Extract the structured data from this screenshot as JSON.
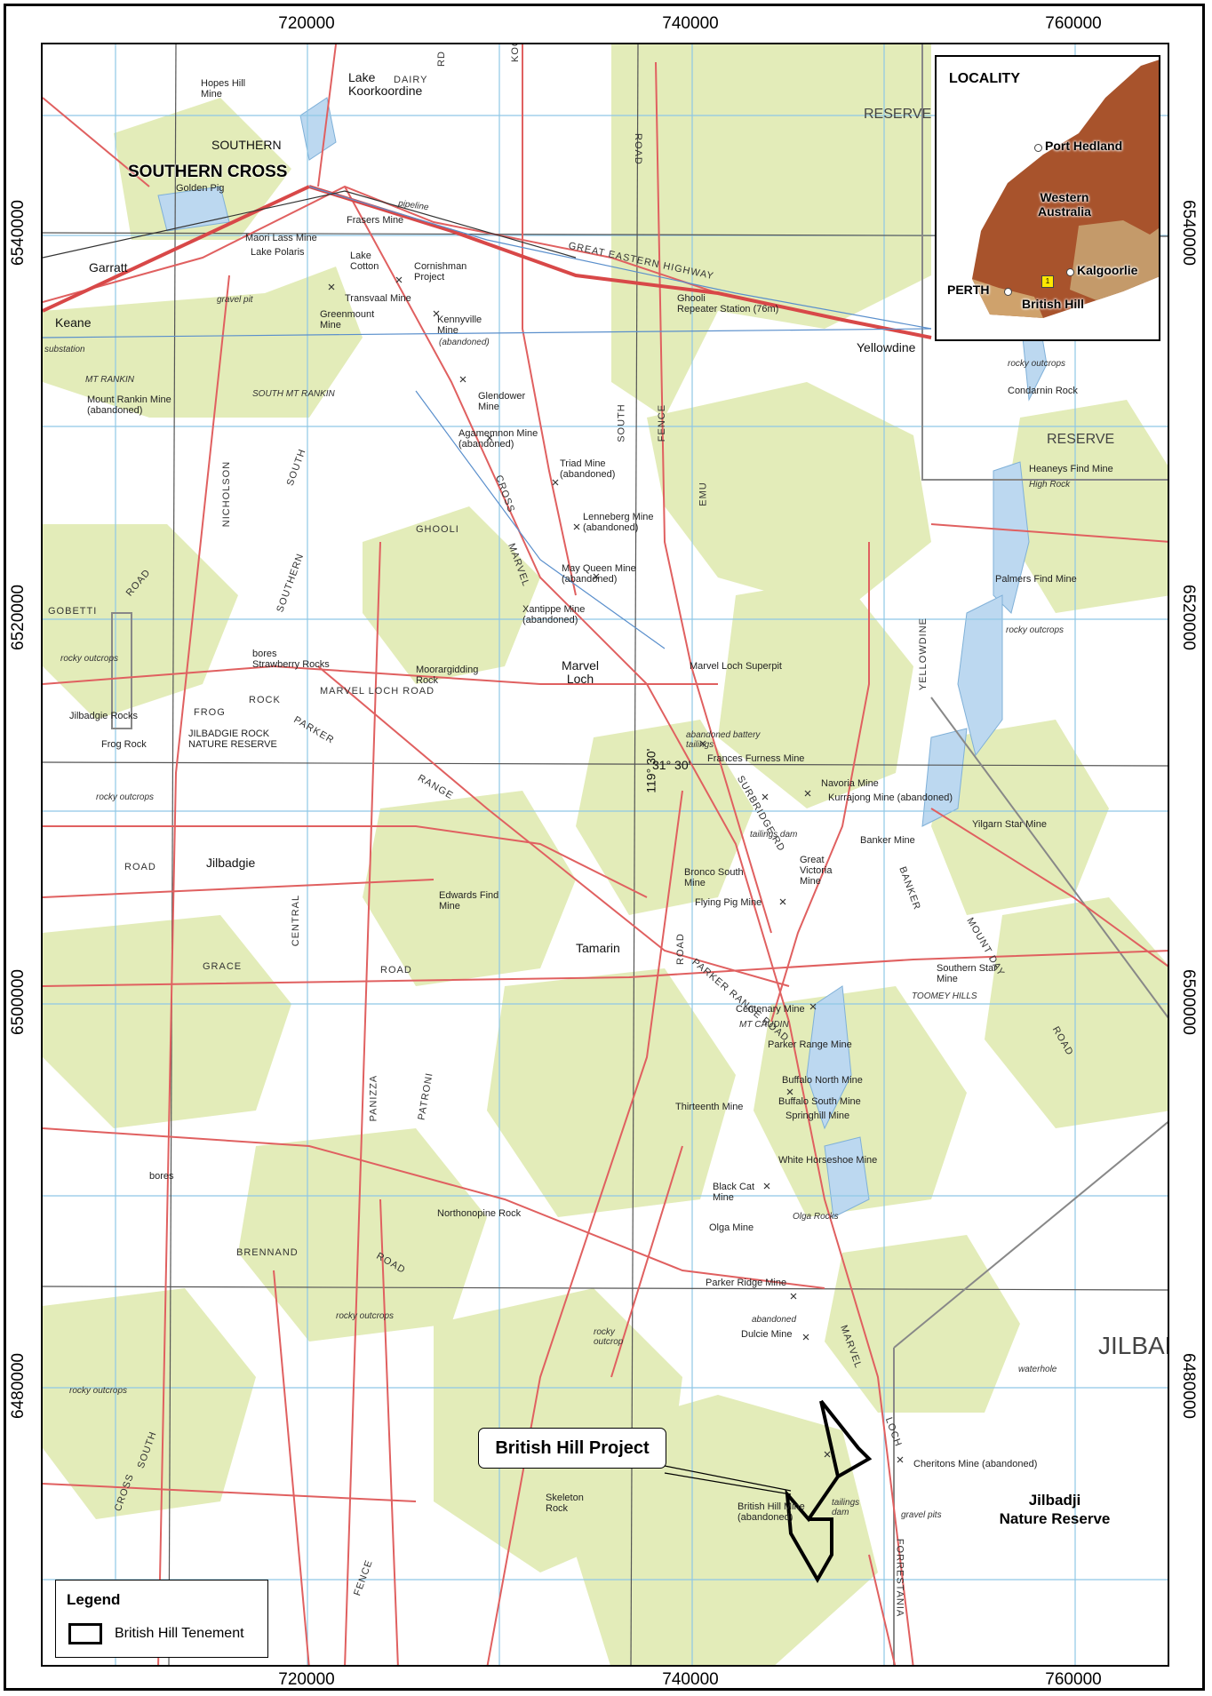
{
  "grid_ticks": {
    "eastings": [
      "720000",
      "740000",
      "760000"
    ],
    "northings": [
      "6540000",
      "6520000",
      "6500000",
      "6480000"
    ]
  },
  "colors": {
    "map_background": "#ffffff",
    "vegetation": "#e3ecb9",
    "roads": "#e06060",
    "water": "#bcd8f0",
    "grid_lines": "#8fc7e6",
    "tenement_outline": "#000000"
  },
  "locality_inset": {
    "title": "LOCALITY",
    "labels": {
      "port_hedland": "Port Hedland",
      "western_australia": "Western\nAustralia",
      "kalgoorlie": "Kalgoorlie",
      "perth": "PERTH",
      "british_hill": "British Hill",
      "marker": "1"
    }
  },
  "callout_label": "British Hill Project",
  "nature_reserve_label": "Jilbadji\nNature Reserve",
  "legend": {
    "title": "Legend",
    "item_label": "British Hill Tenement"
  },
  "map_labels": {
    "southern_cross": "SOUTHERN CROSS",
    "golden_pig": "Golden Pig",
    "southern_cross_small": "SOUTHERN",
    "hopes_hill_mine": "Hopes Hill\nMine",
    "lake_koorkoordine": "Lake\nKoorkoordine",
    "dairy": "DAIRY",
    "rd_top": "RD",
    "kolkyanobbing": "KOOLYANOBBING",
    "ghooli": "GHOOLI",
    "road_top": "ROAD",
    "reserve_top": "RESERVE",
    "garratt": "Garratt",
    "keane": "Keane",
    "substation": "substation",
    "great_eastern_highway": "GREAT     EASTERN     HIGHWAY",
    "frasers_mine": "Frasers Mine",
    "maori_lass_mine": "Maori Lass Mine",
    "lake_polaris": "Lake Polaris",
    "lake_cotton": "Lake\nCotton",
    "cornishman_project": "Cornishman\nProject",
    "transvaal_mine": "Transvaal Mine",
    "greenmount_mine": "Greenmount\nMine",
    "kennyville_mine": "Kennyville\nMine",
    "abandoned_1": "(abandoned)",
    "gravel_pit": "gravel pit",
    "ghooli_repeater": "Ghooli\nRepeater Station (76m)",
    "yellowdine": "Yellowdine",
    "rocky_outcrops_ne": "rocky outcrops",
    "condarnin_rock": "Condarnin Rock",
    "reserve_mid": "RESERVE",
    "heaneys_find_mine": "Heaneys Find Mine",
    "high_rock": "High Rock",
    "palmers_find_mine": "Palmers Find Mine",
    "rocky_outcrops_e": "rocky outcrops",
    "mt_rankin": "MT RANKIN",
    "mount_rankin_mine": "Mount Rankin Mine\n(abandoned)",
    "south_mt_rankin": "SOUTH MT RANKIN",
    "glendower_mine": "Glendower\nMine",
    "agamemnon_mine": "Agamemnon Mine\n(abandoned)",
    "triad_mine": "Triad Mine\n(abandoned)",
    "lenneberg_mine": "Lenneberg Mine\n(abandoned)",
    "may_queen_mine": "May Queen Mine\n(abandoned)",
    "xantippe_mine": "Xantippe Mine\n(abandoned)",
    "ghooli_road": "GHOOLI",
    "south_road": "SOUTH",
    "fence": "FENCE",
    "emu": "EMU",
    "cross_road": "CROSS",
    "nicholson_road": "NICHOLSON",
    "south_road2": "SOUTH",
    "southern_road": "SOUTHERN",
    "marvel_road": "MARVEL",
    "gobetti": "GOBETTI",
    "road_w": "ROAD",
    "bores_strawberry": "bores\nStrawberry Rocks",
    "rocky_outcrops_w": "rocky outcrops",
    "jilbadgie_rocks": "Jilbadgie Rocks",
    "frog_rock": "Frog Rock",
    "frog": "FROG",
    "rock": "ROCK",
    "jilbadgie_rock_reserve": "JILBADGIE ROCK\nNATURE RESERVE",
    "marvel_loch_road": "MARVEL        LOCH        ROAD",
    "moorargidding_rock": "Moorargidding\nRock",
    "marvel_loch": "Marvel\nLoch",
    "marvel_loch_superpit": "Marvel Loch Superpit",
    "abandoned_battery": "abandoned battery\ntailings",
    "frances_furness_mine": "Frances Furness Mine",
    "coord_119": "119° 30'",
    "coord_31": "31° 30'",
    "navoria_mine": "Navoria Mine",
    "kurrajong_mine": "Kurrajong Mine (abandoned)",
    "yilgarn_star_mine": "Yilgarn Star Mine",
    "banker_mine": "Banker Mine",
    "tailings_dam": "tailings dam",
    "great_victoria_mine": "Great\nVictoria\nMine",
    "bronco_south_mine": "Bronco South\nMine",
    "flying_pig_mine": "Flying Pig Mine",
    "rocky_outcrops_sw": "rocky outcrops",
    "jilbadgie": "Jilbadgie",
    "road_ett": "ROAD",
    "edwards_find_mine": "Edwards Find\nMine",
    "central_road": "CENTRAL",
    "grace": "GRACE",
    "road_grace": "ROAD",
    "road_mid": "ROAD",
    "tamarin": "Tamarin",
    "surbridge_rd": "SURBRIDGE RD",
    "banker_road": "BANKER",
    "mount_day": "MOUNT     DAY",
    "road_se": "ROAD",
    "southern_star_mine": "Southern Star\nMine",
    "toomey_hills": "TOOMEY HILLS",
    "centenary_mine": "Centenary Mine",
    "mt_caudin": "MT CAUDIN",
    "parker_range_road": "PARKER RANGE ROAD",
    "parker_range_mine": "Parker Range Mine",
    "buffalo_north_mine": "Buffalo North Mine",
    "buffalo_south_mine": "Buffalo South Mine",
    "springhill_mine": "Springhill Mine",
    "thirteenth_mine": "Thirteenth Mine",
    "white_horseshoe_mine": "White Horseshoe Mine",
    "black_cat_mine": "Black Cat\nMine",
    "olga_rocks": "Olga Rocks",
    "olga_mine": "Olga Mine",
    "parker_ridge_mine": "Parker Ridge Mine",
    "dulcie_mine": "Dulcie Mine",
    "abandoned_dulcie": "abandoned",
    "northonopine_rock": "Northonopine Rock",
    "brennand": "BRENNAND",
    "road_brennand": "ROAD",
    "rocky_outcrops_sw2": "rocky outcrops",
    "rocky_outcrop_s": "rocky\noutcrop",
    "skeleton_rock": "Skeleton\nRock",
    "british_hill_mine": "British Hill Mine\n(abandoned)",
    "tailings_dam_bh": "tailings\ndam",
    "cheritons_mine": "Cheritons Mine (abandoned)",
    "gravel_pits": "gravel pits",
    "marvel_loch_s": "MARVEL",
    "loch_s": "LOCH",
    "forrestania": "FORRESTANIA",
    "jilbadji": "JILBAD",
    "waterhole": "waterhole",
    "panizza_road": "PANIZZA",
    "patroni_road": "PATRONI",
    "fence_s": "FENCE",
    "cross_sw": "CROSS",
    "south_sw": "SOUTH",
    "rocky_outcrops_w2": "rocky outcrops",
    "yellowdine_road": "YELLOWDINE",
    "bores_w": "bores",
    "parker_road": "PARKER",
    "range_road": "RANGE",
    "pipeline": "pipeline"
  }
}
